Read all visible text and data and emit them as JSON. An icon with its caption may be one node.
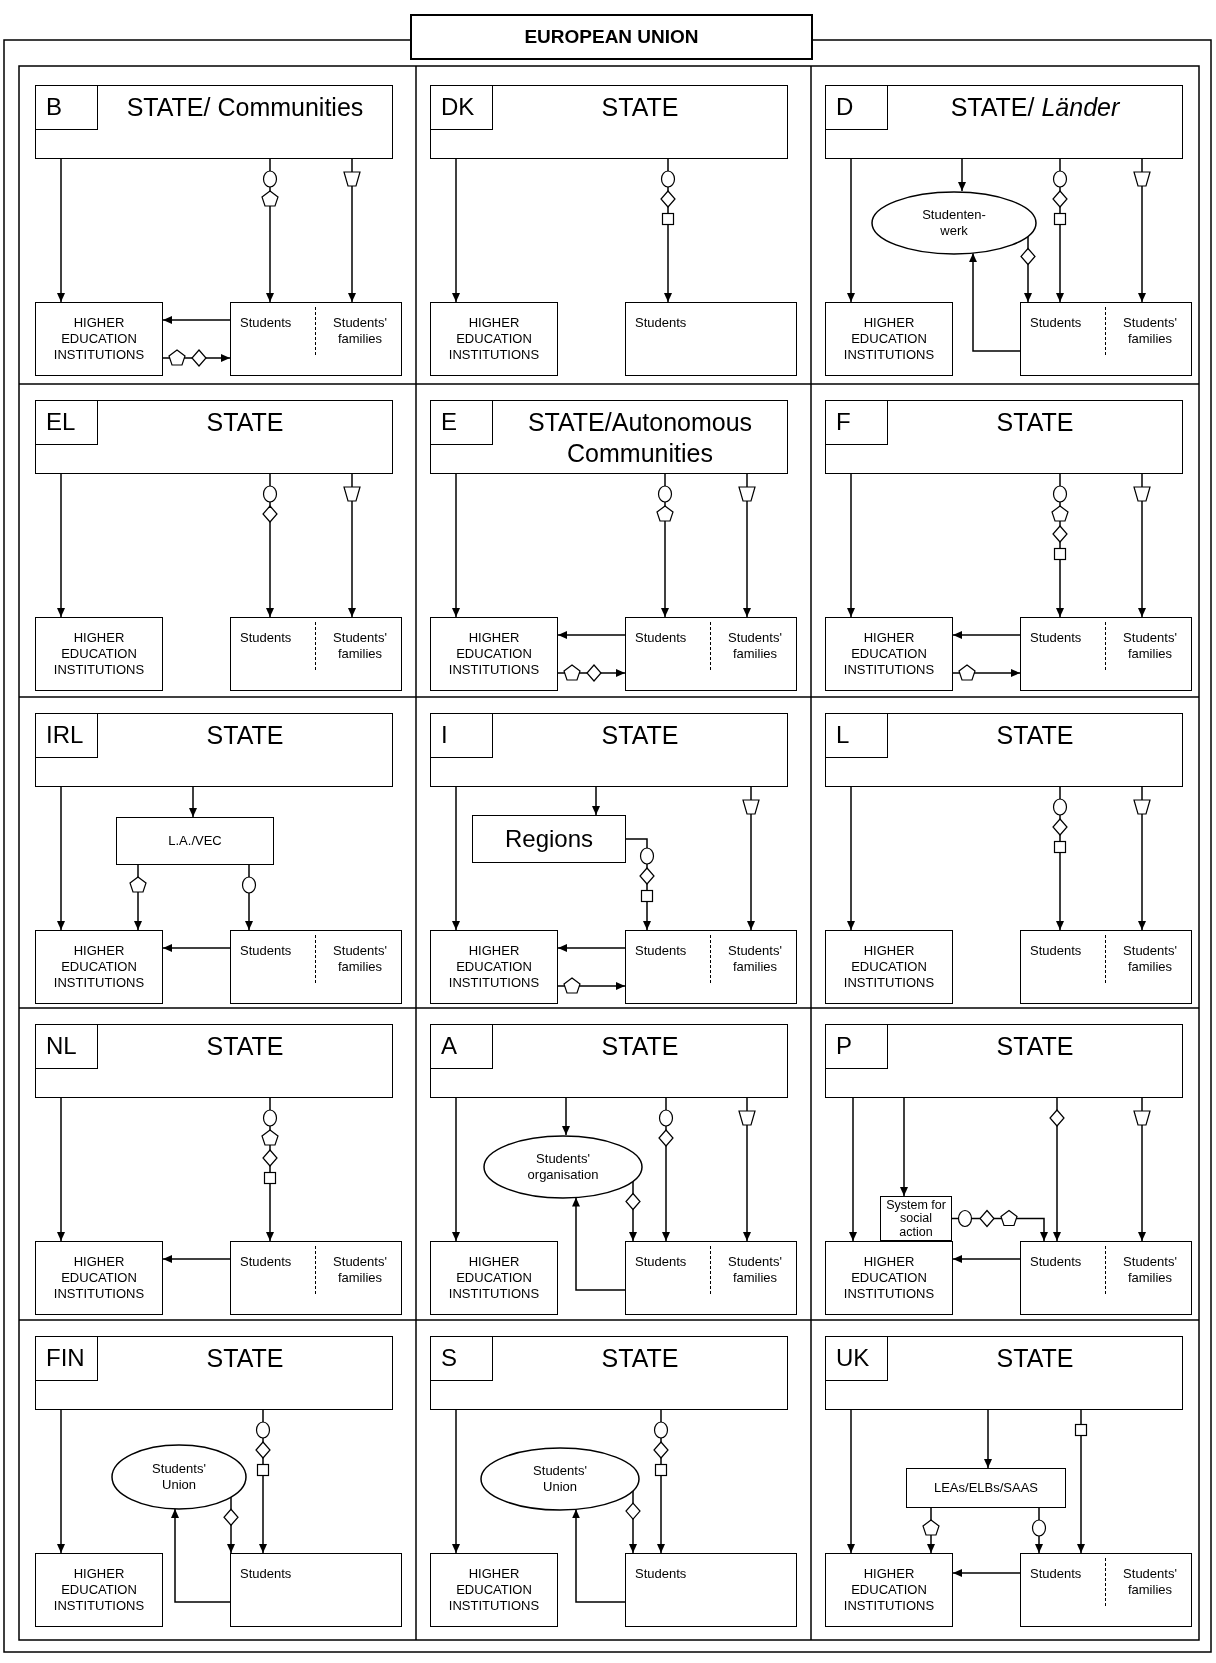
{
  "diagram": {
    "title": "EUROPEAN UNION",
    "nodes": [
      {
        "text": [
          "B",
          "STATE/ Communities"
        ]
      },
      {
        "text": [
          "HIGHER EDUCATION INSTITUTIONS"
        ]
      },
      {
        "text": [
          "Students",
          "Students' families"
        ]
      },
      {
        "text": [
          "DK",
          "STATE"
        ]
      },
      {
        "text": [
          "HIGHER EDUCATION INSTITUTIONS"
        ]
      },
      {
        "text": [
          "Students"
        ]
      },
      {
        "text": [
          "D",
          "STATE/ *Länder*"
        ]
      },
      {
        "text": [
          "Studenten- werk"
        ]
      },
      {
        "text": [
          "HIGHER EDUCATION INSTITUTIONS"
        ]
      },
      {
        "text": [
          "Students",
          "Students' families"
        ]
      },
      {
        "text": [
          "EL",
          "STATE"
        ]
      },
      {
        "text": [
          "HIGHER EDUCATION INSTITUTIONS"
        ]
      },
      {
        "text": [
          "Students",
          "Students' families"
        ]
      },
      {
        "text": [
          "E",
          "STATE/Autonomous Communities"
        ]
      },
      {
        "text": [
          "HIGHER EDUCATION INSTITUTIONS"
        ]
      },
      {
        "text": [
          "Students",
          "Students' families"
        ]
      },
      {
        "text": [
          "F",
          "STATE"
        ]
      },
      {
        "text": [
          "HIGHER EDUCATION INSTITUTIONS"
        ]
      },
      {
        "text": [
          "Students",
          "Students' families"
        ]
      },
      {
        "text": [
          "IRL",
          "STATE"
        ]
      },
      {
        "text": [
          "L.A./VEC"
        ]
      },
      {
        "text": [
          "HIGHER EDUCATION INSTITUTIONS"
        ]
      },
      {
        "text": [
          "Students",
          "Students' families"
        ]
      },
      {
        "text": [
          "I",
          "STATE"
        ]
      },
      {
        "text": [
          "Regions"
        ]
      },
      {
        "text": [
          "HIGHER EDUCATION INSTITUTIONS"
        ]
      },
      {
        "text": [
          "Students",
          "Students' families"
        ]
      },
      {
        "text": [
          "L",
          "STATE"
        ]
      },
      {
        "text": [
          "HIGHER EDUCATION INSTITUTIONS"
        ]
      },
      {
        "text": [
          "Students",
          "Students' families"
        ]
      },
      {
        "text": [
          "NL",
          "STATE"
        ]
      },
      {
        "text": [
          "HIGHER EDUCATION INSTITUTIONS"
        ]
      },
      {
        "text": [
          "Students",
          "Students' families"
        ]
      },
      {
        "text": [
          "A",
          "STATE"
        ]
      },
      {
        "text": [
          "Students' organisation"
        ]
      },
      {
        "text": [
          "HIGHER EDUCATION INSTITUTIONS"
        ]
      },
      {
        "text": [
          "Students",
          "Students' families"
        ]
      },
      {
        "text": [
          "P",
          "STATE"
        ]
      },
      {
        "text": [
          "System for social action"
        ]
      },
      {
        "text": [
          "HIGHER EDUCATION INSTITUTIONS"
        ]
      },
      {
        "text": [
          "Students",
          "Students' families"
        ]
      },
      {
        "text": [
          "FIN",
          "STATE"
        ]
      },
      {
        "text": [
          "Students' Union"
        ]
      },
      {
        "text": [
          "HIGHER EDUCATION INSTITUTIONS"
        ]
      },
      {
        "text": [
          "Students"
        ]
      },
      {
        "text": [
          "S",
          "STATE"
        ]
      },
      {
        "text": [
          "Students' Union"
        ]
      },
      {
        "text": [
          "HIGHER EDUCATION INSTITUTIONS"
        ]
      },
      {
        "text": [
          "Students"
        ]
      },
      {
        "text": [
          "UK",
          "STATE"
        ]
      },
      {
        "text": [
          "LEAs/ELBs/SAAS"
        ]
      },
      {
        "text": [
          "HIGHER EDUCATION INSTITUTIONS"
        ]
      },
      {
        "text": [
          "Students",
          "Students' families"
        ]
      }
    ],
    "edges": [
      {
        "from": 0,
        "to": 1,
        "arrow": "to"
      },
      {
        "from": 0,
        "to": 2,
        "arrow": "to"
      },
      {
        "from": 0,
        "to": 2,
        "arrow": "to"
      },
      {
        "from": 2,
        "to": 1,
        "arrow": "to"
      },
      {
        "from": 1,
        "to": 2,
        "arrow": "to"
      },
      {
        "from": 3,
        "to": 4,
        "arrow": "to"
      },
      {
        "from": 3,
        "to": 5,
        "arrow": "to"
      },
      {
        "from": 6,
        "to": 8,
        "arrow": "to"
      },
      {
        "from": 6,
        "to": 7,
        "arrow": "to"
      },
      {
        "from": 7,
        "to": 9,
        "arrow": "to"
      },
      {
        "from": 6,
        "to": 9,
        "arrow": "to"
      },
      {
        "from": 6,
        "to": 9,
        "arrow": "to"
      },
      {
        "from": 9,
        "to": 7,
        "arrow": "to"
      },
      {
        "from": 10,
        "to": 11,
        "arrow": "to"
      },
      {
        "from": 10,
        "to": 12,
        "arrow": "to"
      },
      {
        "from": 10,
        "to": 12,
        "arrow": "to"
      },
      {
        "from": 13,
        "to": 14,
        "arrow": "to"
      },
      {
        "from": 13,
        "to": 15,
        "arrow": "to"
      },
      {
        "from": 13,
        "to": 15,
        "arrow": "to"
      },
      {
        "from": 15,
        "to": 14,
        "arrow": "to"
      },
      {
        "from": 14,
        "to": 15,
        "arrow": "to"
      },
      {
        "from": 16,
        "to": 17,
        "arrow": "to"
      },
      {
        "from": 16,
        "to": 18,
        "arrow": "to"
      },
      {
        "from": 16,
        "to": 18,
        "arrow": "to"
      },
      {
        "from": 18,
        "to": 17,
        "arrow": "to"
      },
      {
        "from": 17,
        "to": 18,
        "arrow": "to"
      },
      {
        "from": 19,
        "to": 21,
        "arrow": "to"
      },
      {
        "from": 19,
        "to": 20,
        "arrow": "to"
      },
      {
        "from": 20,
        "to": 21,
        "arrow": "to"
      },
      {
        "from": 20,
        "to": 22,
        "arrow": "to"
      },
      {
        "from": 22,
        "to": 21,
        "arrow": "to"
      },
      {
        "from": 23,
        "to": 25,
        "arrow": "to"
      },
      {
        "from": 23,
        "to": 24,
        "arrow": "to"
      },
      {
        "from": 24,
        "to": 26,
        "arrow": "to"
      },
      {
        "from": 23,
        "to": 26,
        "arrow": "to"
      },
      {
        "from": 26,
        "to": 25,
        "arrow": "to"
      },
      {
        "from": 25,
        "to": 26,
        "arrow": "to"
      },
      {
        "from": 27,
        "to": 28,
        "arrow": "to"
      },
      {
        "from": 27,
        "to": 29,
        "arrow": "to"
      },
      {
        "from": 27,
        "to": 29,
        "arrow": "to"
      },
      {
        "from": 30,
        "to": 31,
        "arrow": "to"
      },
      {
        "from": 30,
        "to": 32,
        "arrow": "to"
      },
      {
        "from": 32,
        "to": 31,
        "arrow": "to"
      },
      {
        "from": 33,
        "to": 35,
        "arrow": "to"
      },
      {
        "from": 33,
        "to": 34,
        "arrow": "to"
      },
      {
        "from": 34,
        "to": 36,
        "arrow": "to"
      },
      {
        "from": 33,
        "to": 36,
        "arrow": "to"
      },
      {
        "from": 33,
        "to": 36,
        "arrow": "to"
      },
      {
        "from": 36,
        "to": 34,
        "arrow": "to"
      },
      {
        "from": 37,
        "to": 39,
        "arrow": "to"
      },
      {
        "from": 37,
        "to": 38,
        "arrow": "to"
      },
      {
        "from": 38,
        "to": 40,
        "arrow": "to"
      },
      {
        "from": 37,
        "to": 40,
        "arrow": "to"
      },
      {
        "from": 37,
        "to": 40,
        "arrow": "to"
      },
      {
        "from": 40,
        "to": 39,
        "arrow": "to"
      },
      {
        "from": 41,
        "to": 43,
        "arrow": "to"
      },
      {
        "from": 42,
        "to": 44,
        "arrow": "to"
      },
      {
        "from": 41,
        "to": 44,
        "arrow": "to"
      },
      {
        "from": 44,
        "to": 42,
        "arrow": "to"
      },
      {
        "from": 45,
        "to": 47,
        "arrow": "to"
      },
      {
        "from": 46,
        "to": 48,
        "arrow": "to"
      },
      {
        "from": 45,
        "to": 48,
        "arrow": "to"
      },
      {
        "from": 48,
        "to": 46,
        "arrow": "to"
      },
      {
        "from": 49,
        "to": 51,
        "arrow": "to"
      },
      {
        "from": 49,
        "to": 50,
        "arrow": "to"
      },
      {
        "from": 50,
        "to": 51,
        "arrow": "to"
      },
      {
        "from": 50,
        "to": 52,
        "arrow": "to"
      },
      {
        "from": 49,
        "to": 52,
        "arrow": "to"
      },
      {
        "from": 52,
        "to": 51,
        "arrow": "to"
      }
    ]
  }
}
